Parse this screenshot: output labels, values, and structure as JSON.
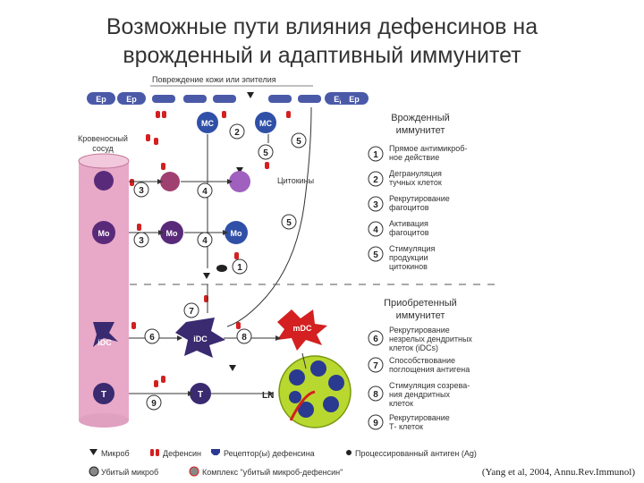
{
  "title": {
    "line1": "Возможные пути влияния дефенсинов на",
    "line2": "врожденный и адаптивный иммунитет"
  },
  "top_label": "Повреждение кожи или эпителия",
  "epithelium_cell": "Ep",
  "vessel_label": [
    "Кровеносный",
    "сосуд"
  ],
  "cell_labels": {
    "mc": "MC",
    "mo": "Mo",
    "idc": "iDC",
    "mdc": "mDC",
    "t": "T",
    "ln": "LN",
    "cytokines": "Цитокины"
  },
  "innate": {
    "heading": [
      "Врожденный",
      "иммунитет"
    ],
    "items": [
      {
        "num": "1",
        "lines": [
          "Прямое антимикроб-",
          "ное действие"
        ]
      },
      {
        "num": "2",
        "lines": [
          "Дегрануляция",
          "тучных клеток"
        ]
      },
      {
        "num": "3",
        "lines": [
          "Рекрутирование",
          "фагоцитов"
        ]
      },
      {
        "num": "4",
        "lines": [
          "Активация",
          "фагоцитов"
        ]
      },
      {
        "num": "5",
        "lines": [
          "Стимуляция",
          "продукции",
          "цитокинов"
        ]
      }
    ]
  },
  "adaptive": {
    "heading": [
      "Приобретенный",
      "иммунитет"
    ],
    "items": [
      {
        "num": "6",
        "lines": [
          "Рекрутирование",
          "незрелых дендритных",
          "клеток (iDCs)"
        ]
      },
      {
        "num": "7",
        "lines": [
          "Способствование",
          "поглощения антигена"
        ]
      },
      {
        "num": "8",
        "lines": [
          "Стимуляция созрева-",
          "ния дендритных",
          "клеток"
        ]
      },
      {
        "num": "9",
        "lines": [
          "Рекрутирование",
          "Т- клеток"
        ]
      }
    ]
  },
  "legend": {
    "microbe": "Микроб",
    "defensin": "Дефенсин",
    "receptor": "Рецептор(ы) дефенсина",
    "antigen": "Процессированный антиген (Ag)",
    "killed": "Убитый микроб",
    "complex": "Комплекс \"убитый микроб-дефенсин\""
  },
  "citation": "(Yang et al, 2004, Annu.Rev.Immunol)",
  "colors": {
    "epithelium": "#4a5aa8",
    "defensin": "#d42020",
    "vessel": "#e8a8c8",
    "cell_purple": "#5a2a7a",
    "cell_blue": "#3050a8",
    "lymph_node": "#b8d830"
  }
}
